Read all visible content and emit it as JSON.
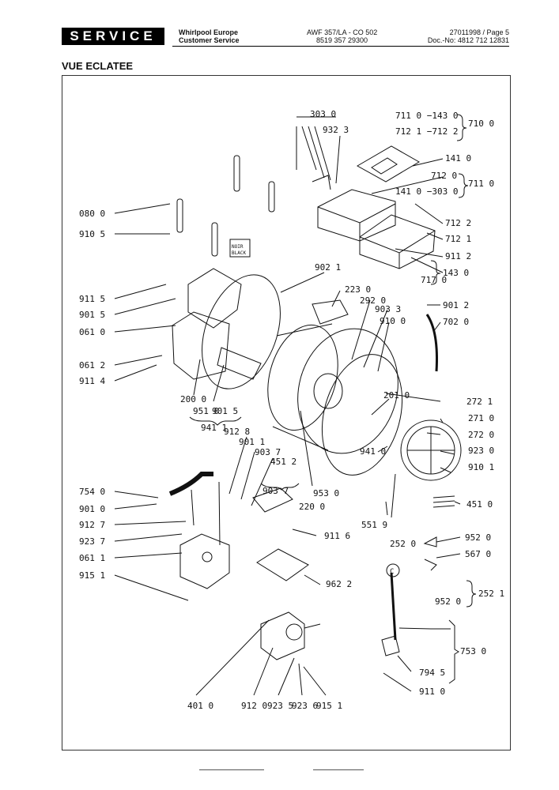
{
  "header": {
    "service_label": "SERVICE",
    "company_line1": "Whirlpool Europe",
    "company_line2": "Customer Service",
    "model_line1": "AWF 357/LA - CO 502",
    "model_line2": "8519 357 29300",
    "date_page": "27011998 / Page 5",
    "doc_no": "Doc.-No: 4812 712 12831"
  },
  "title": "VUE ECLATEE",
  "callouts": {
    "c3030": "303 0",
    "c9323": "932 3",
    "c7110": "711 0 −143 0",
    "c7121": "712 1 −712 2",
    "c7100": "710 0",
    "c1410a": "141 0",
    "c7120": "712 0",
    "c7110b": "711 0",
    "c1410b": "141 0 −303 0",
    "c7122": "712 2",
    "c7121b": "712 1",
    "c9112": "911 2",
    "c1430": "143 0",
    "c7170": "717 0",
    "c0800": "080 0",
    "c9105": "910 5",
    "c9021": "902 1",
    "c2230": "223 0",
    "c2920": "292 0",
    "c9033": "903 3",
    "c9100": "910 0",
    "c9012": "901 2",
    "c7020": "702 0",
    "c9115": "911 5",
    "c9015": "901 5",
    "c0610": "061 0",
    "c0612": "061 2",
    "c9114": "911 4",
    "c2000": "200 0",
    "c9510": "951 0",
    "c9015b": "901 5",
    "c9411": "941 1",
    "c2010": "201 0",
    "c2721": "272 1",
    "c2710": "271 0",
    "c2720": "272 0",
    "c9230": "923 0",
    "c9101": "910 1",
    "c9128": "912 8",
    "c9011": "901 1",
    "c9037": "903 7",
    "c4512": "451 2",
    "c9037b": "903 7",
    "c2200": "220 0",
    "c9530": "953 0",
    "c9410": "941 0",
    "c7540": "754 0",
    "c9010": "901 0",
    "c9127": "912 7",
    "c9237": "923 7",
    "c0611": "061 1",
    "c9151": "915 1",
    "c9116": "911 6",
    "c5519": "551 9",
    "c2520": "252 0",
    "c4510": "451 0",
    "c9520": "952 0",
    "c5670": "567 0",
    "c2521": "252 1",
    "c9520b": "952 0",
    "c9622": "962 2",
    "c7530": "753 0",
    "c7945": "794 5",
    "c9110": "911 0",
    "c4010": "401 0",
    "c9120": "912 0",
    "c9235": "923 5",
    "c9236": "923 6",
    "c9151b": "915 1"
  },
  "labels": {
    "noir": "NOIR",
    "black": "BLACK",
    "circle_c": "C"
  }
}
